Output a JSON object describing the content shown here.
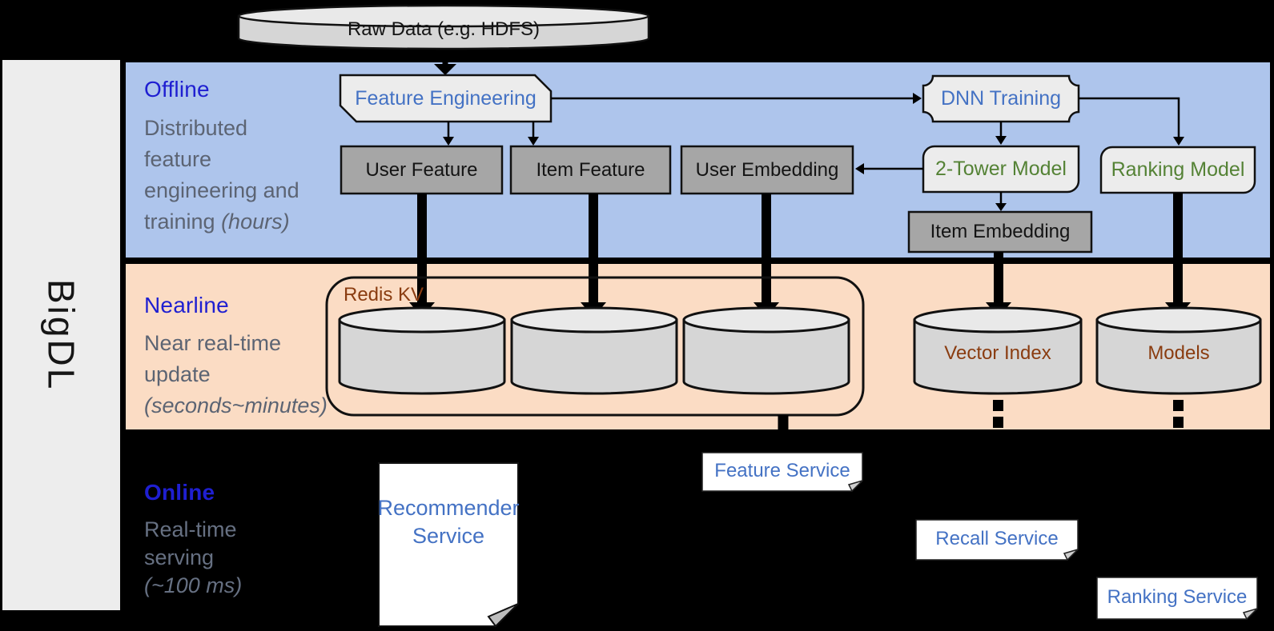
{
  "sidebar": {
    "label": "BigDL"
  },
  "bands": {
    "offline": {
      "title": "Offline",
      "d1": "Distributed",
      "d2": "feature",
      "d3": "engineering and",
      "d4": "training ",
      "d4i": "(hours)"
    },
    "nearline": {
      "title": "Nearline",
      "d1": "Near real-time",
      "d2": "update",
      "d3i": "(seconds~minutes)"
    },
    "online": {
      "title": "Online",
      "d1": "Real-time",
      "d2": "serving",
      "d3i": "(~100 ms)"
    }
  },
  "nodes": {
    "raw_data": "Raw Data (e.g. HDFS)",
    "feature_engineering": "Feature Engineering",
    "dnn_training": "DNN Training",
    "user_feature": "User Feature",
    "item_feature": "Item Feature",
    "user_embedding": "User Embedding",
    "two_tower_model": "2-Tower Model",
    "ranking_model": "Ranking Model",
    "item_embedding": "Item Embedding",
    "redis_kv": "Redis KV",
    "vector_index": "Vector Index",
    "models": "Models",
    "recommender_service": "Recommender Service",
    "feature_service": "Feature Service",
    "recall_service": "Recall Service",
    "ranking_service": "Ranking Service"
  },
  "colors": {
    "background": "#000000",
    "sidebar": "#ededed",
    "band_offline": "#aec5ec",
    "band_nearline": "#fbdcc4",
    "node_gray": "#a6a6a6",
    "node_light": "#ececec",
    "cylinder_body": "#d6d6d6",
    "cylinder_top": "#e9e9e9",
    "doc_white": "#ffffff",
    "text_blue": "#4472c4",
    "text_green": "#548235",
    "text_brown": "#8a3c10",
    "title_blue": "#1f1fd1",
    "desc_gray": "#5c6473",
    "text_black": "#141414"
  }
}
